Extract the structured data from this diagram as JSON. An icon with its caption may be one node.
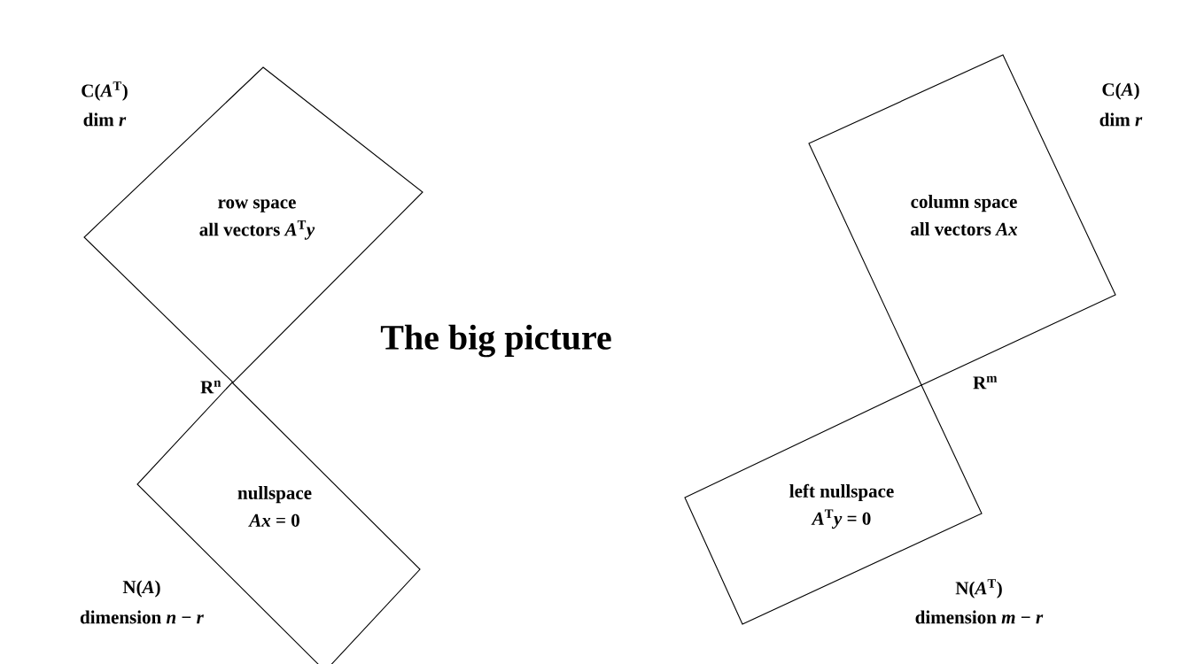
{
  "diagram": {
    "title": "The big picture",
    "nodes": [
      {
        "text": [
          "row space",
          "all vectors *A*$^{T}$*y*"
        ],
        "beside": [
          "C(*A*$^{T}$)",
          "dim *r*"
        ]
      },
      {
        "text": [
          "nullspace",
          "*Ax* = 0"
        ],
        "beside": [
          "N(*A*)",
          "dimension *n* − *r*"
        ]
      },
      {
        "text": [
          "column space",
          "all vectors *Ax*"
        ],
        "beside": [
          "C(*A*)",
          "dim *r*"
        ]
      },
      {
        "text": [
          "left nullspace",
          "*A*$^{T}$*y* = 0"
        ],
        "beside": [
          "N(*A*$^{T}$)",
          "dimension *m* − *r*"
        ]
      }
    ],
    "labels": [
      "R$^{n}$",
      "R$^{m}$"
    ]
  }
}
